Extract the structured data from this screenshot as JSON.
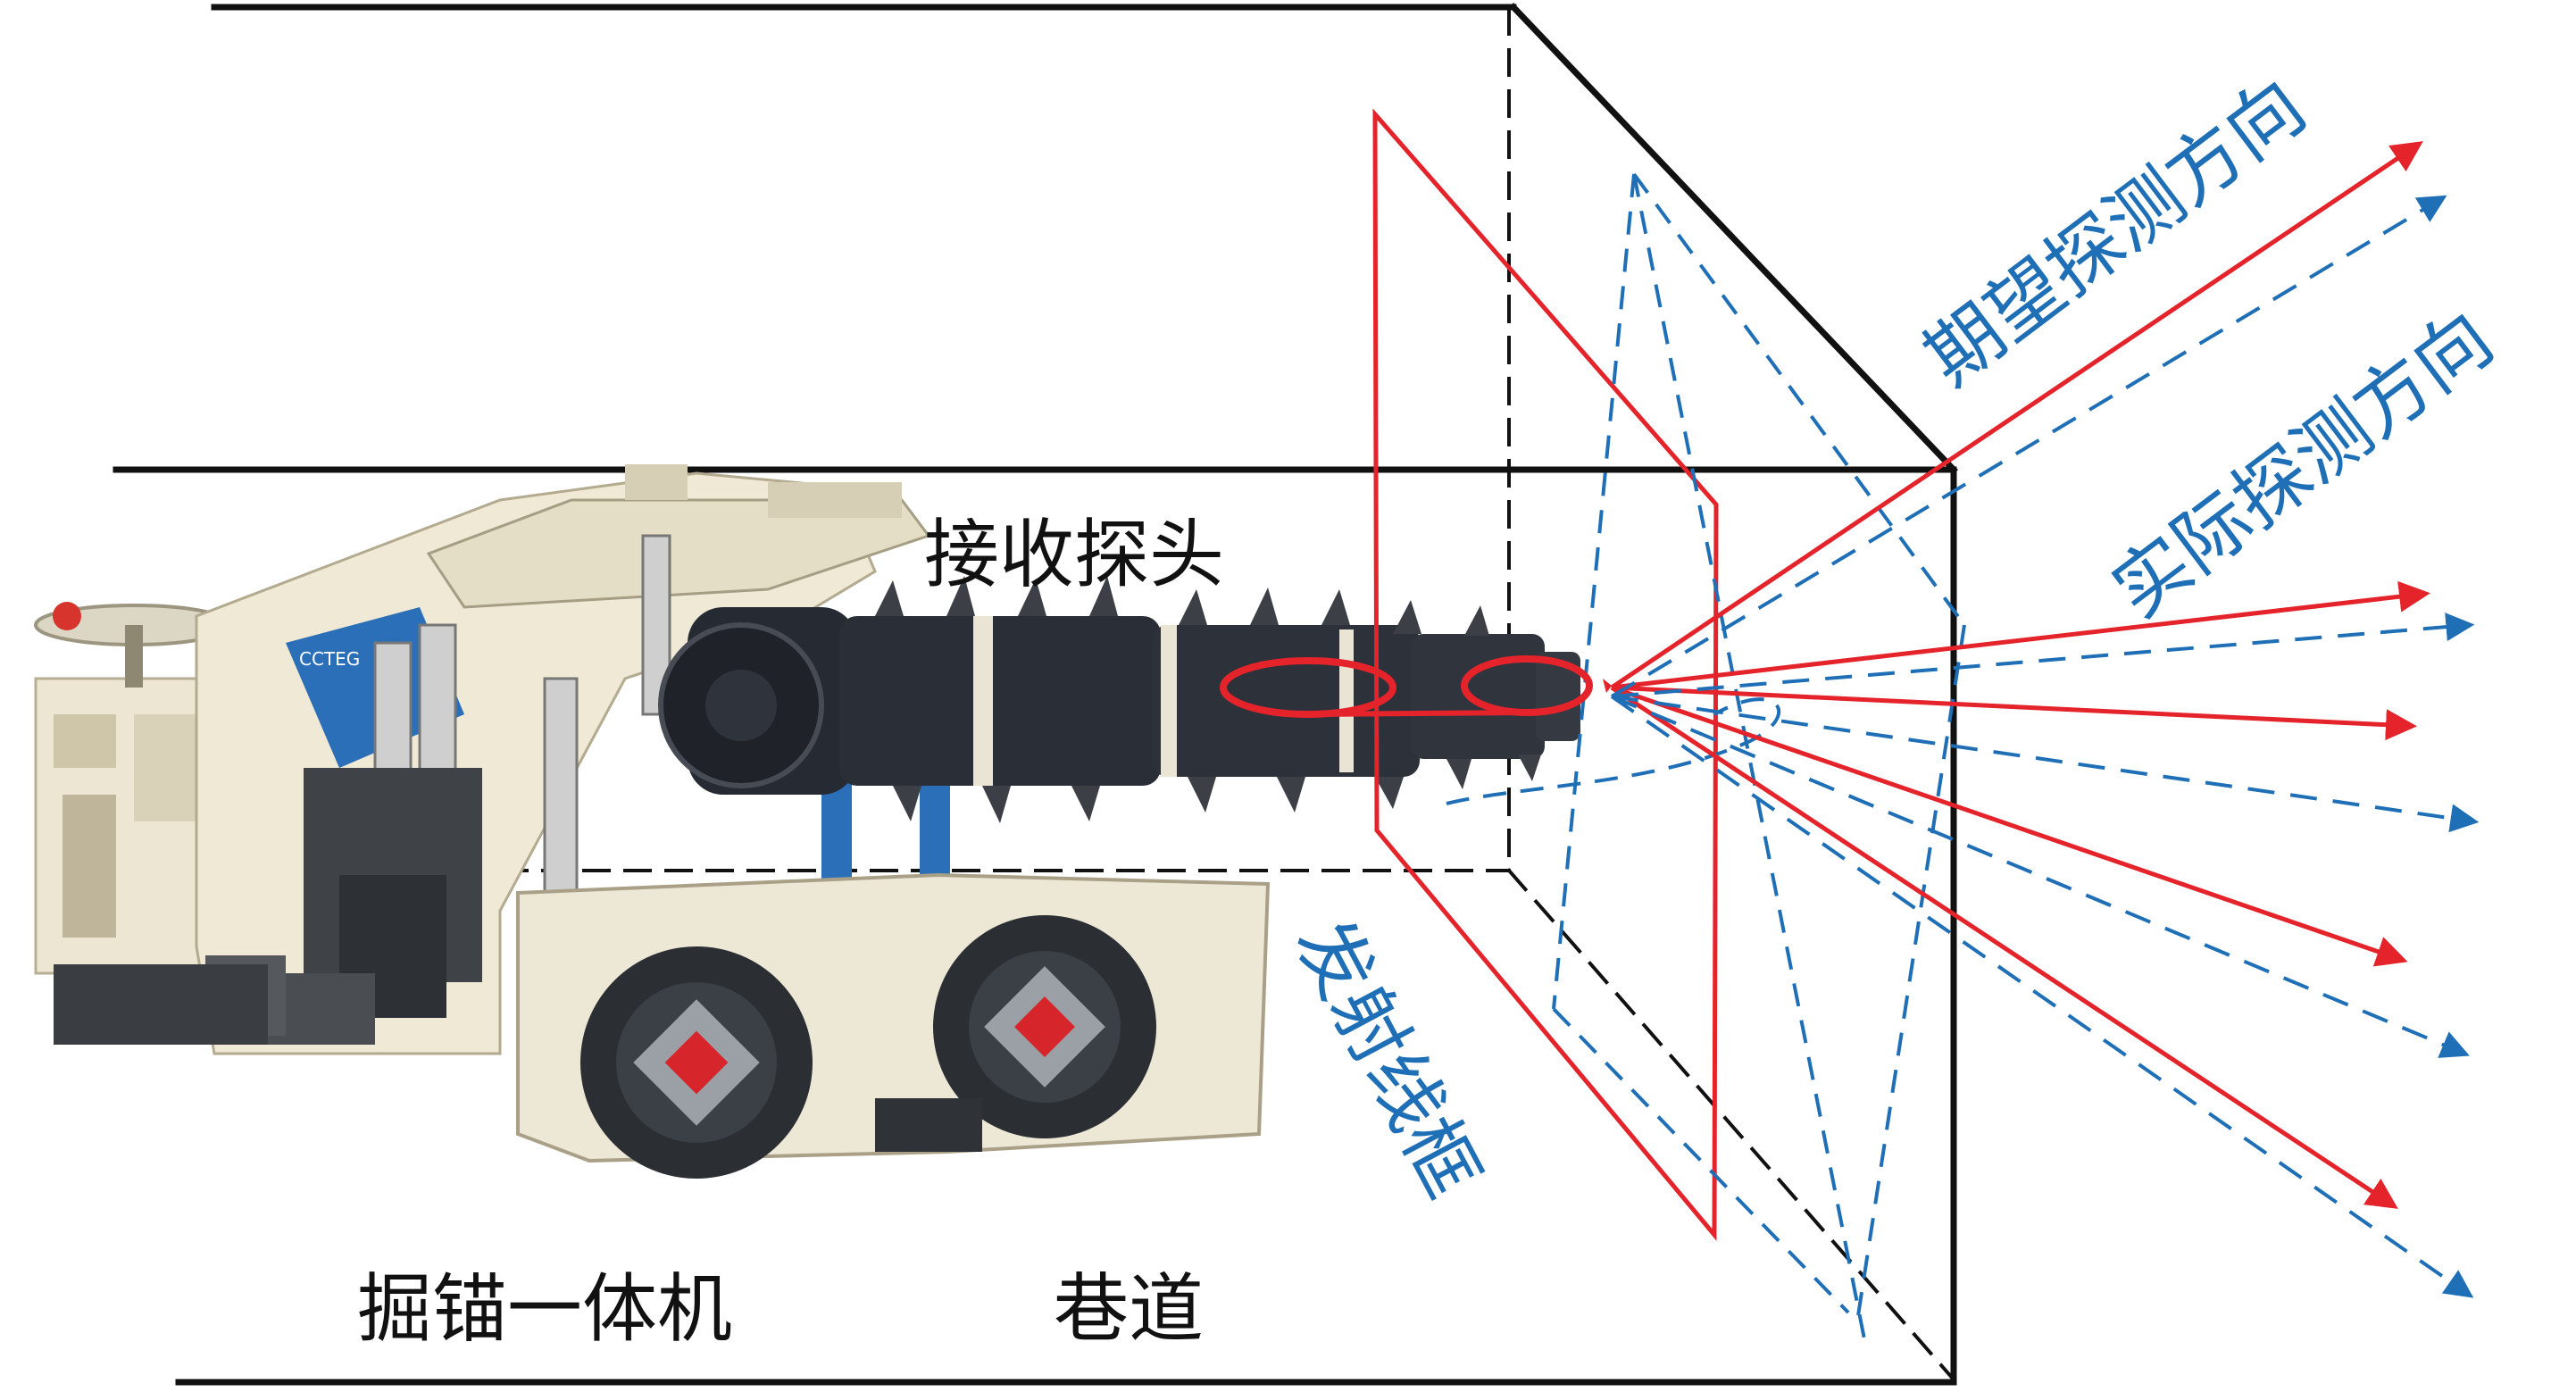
{
  "labels": {
    "receiver_probe": "接收探头",
    "expected_direction": "期望探测方向",
    "actual_direction": "实际探测方向",
    "emission_frame": "发射线框",
    "machine": "掘锚一体机",
    "roadway": "巷道"
  },
  "colors": {
    "expected": "#e4232b",
    "actual": "#1f6fb7",
    "roadway_outline": "#111111",
    "machine_body": "#f1ecdc",
    "machine_blue": "#2a6fb8",
    "cutter": "#262a33"
  }
}
